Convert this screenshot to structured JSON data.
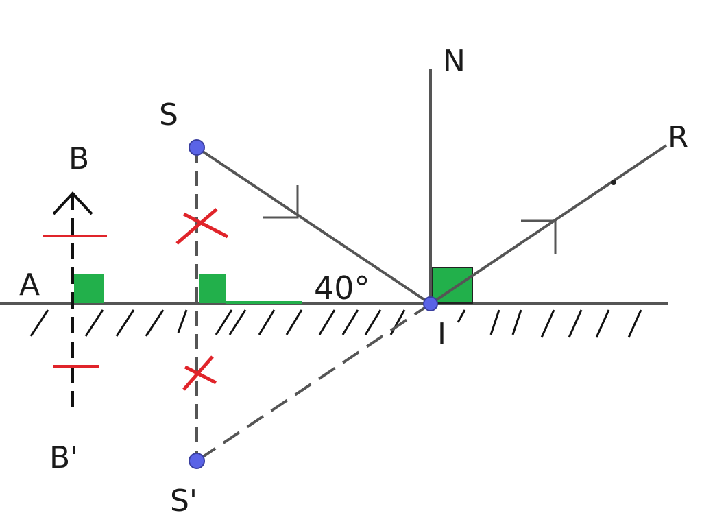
{
  "labels": {
    "N": "N",
    "R": "R",
    "S": "S",
    "B": "B",
    "A": "A",
    "angle": "40°",
    "I": "I",
    "B_prime": "B'",
    "S_prime": "S'"
  },
  "colors": {
    "line": "#555555",
    "dark": "#111111",
    "mark": "#e0242a",
    "right_angle": "#22b04b",
    "point_fill": "#5a63e6",
    "point_stroke": "#3a3fa0"
  }
}
